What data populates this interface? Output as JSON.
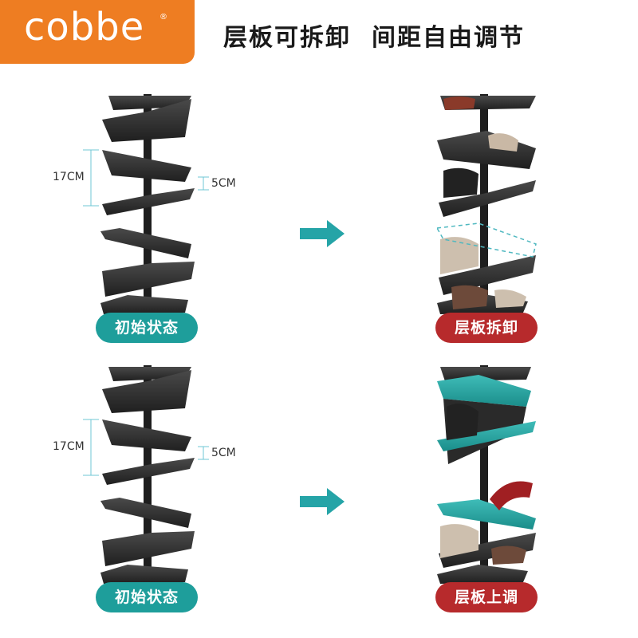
{
  "brand": {
    "logo_text": "cobbe",
    "registered_mark": "®"
  },
  "headline": {
    "part1": "层板可拆卸",
    "part2": "间距自由调节"
  },
  "panels": {
    "top_left": {
      "label": "初始状态",
      "dim_large": "17CM",
      "dim_small": "5CM"
    },
    "top_right": {
      "label": "层板拆卸"
    },
    "bottom_left": {
      "label": "初始状态",
      "dim_large": "17CM",
      "dim_small": "5CM"
    },
    "bottom_right": {
      "label": "层板上调"
    }
  },
  "colors": {
    "brand_orange": "#ee7d22",
    "teal": "#1e9e9b",
    "red": "#b72a2c",
    "shelf_dark": "#2b2b2b"
  },
  "icons": [
    "arrow-right-icon"
  ]
}
